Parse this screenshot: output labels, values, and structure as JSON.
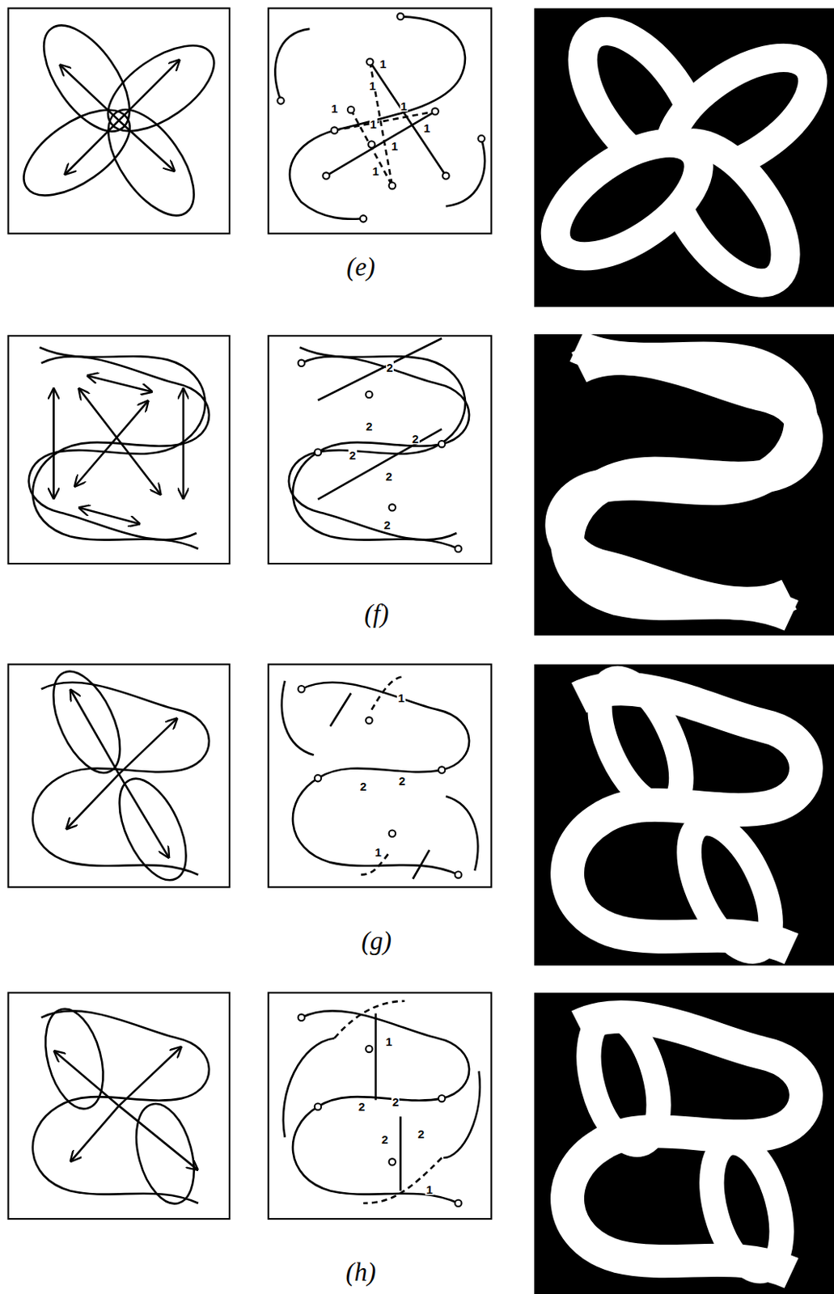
{
  "diagram": {
    "labels": [
      "1",
      "1",
      "1",
      "1",
      "1",
      "1",
      "1",
      "1",
      "(e)",
      "2",
      "2",
      "2",
      "2",
      "2",
      "2",
      "(f)",
      "1",
      "2",
      "2",
      "1",
      "(g)",
      "1",
      "2",
      "2",
      "2",
      "2",
      "1",
      "(h)"
    ]
  }
}
